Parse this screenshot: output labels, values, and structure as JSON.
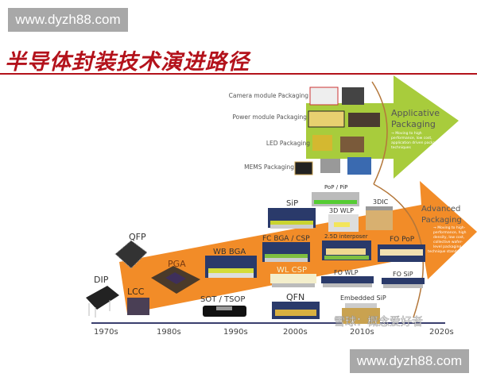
{
  "watermark_top": "www.dyzh88.com",
  "watermark_bottom": "www.dyzh88.com",
  "title": "半导体封装技术演进路径",
  "timeline": [
    "1970s",
    "1980s",
    "1990s",
    "2000s",
    "2010s",
    "2020s"
  ],
  "packages": {
    "dip": "DIP",
    "qfp": "QFP",
    "lcc": "LCC",
    "pga": "PGA",
    "wb_bga": "WB BGA",
    "sot_tsop": "SOT / TSOP",
    "sip": "SiP",
    "fc_bga_csp": "FC BGA / CSP",
    "wl_csp": "WL CSP",
    "qfn": "QFN",
    "pop_pip": "PoP / PiP",
    "wlp_3d": "3D WLP",
    "interposer_25d": "2.5D interposer",
    "fo_wlp": "FO WLP",
    "embedded_sip": "Embedded SiP",
    "dic_3d": "3DIC",
    "fo_pop": "FO PoP",
    "fo_sip": "FO SiP"
  },
  "applicative": {
    "items": [
      "Camera module Packaging",
      "Power module Packaging",
      "LED Packaging",
      "MEMS Packaging"
    ],
    "title_line1": "Applicative",
    "title_line2": "Packaging",
    "desc": [
      "→ Moving to high",
      "performance, low cost,",
      "application driven packaging",
      "techniques"
    ]
  },
  "advanced": {
    "title_line1": "Advanced",
    "title_line2": "Packaging",
    "desc": [
      "→ Moving to high-",
      "performance, high",
      "density, low cost,",
      "collective wafer-",
      "level packaging",
      "technique standards"
    ]
  },
  "source_watermark": "雪球：概念爱好者",
  "colors": {
    "orange": "#f28c28",
    "green": "#a8cc3c",
    "title_red": "#b3121b",
    "axis": "#3a3f6e"
  }
}
